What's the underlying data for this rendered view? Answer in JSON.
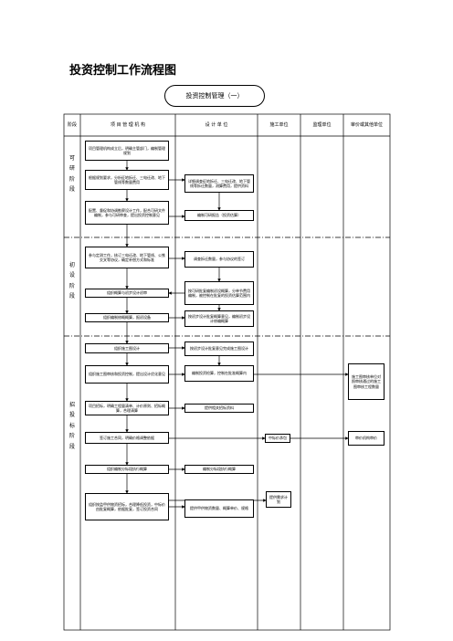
{
  "document": {
    "title": "投资控制工作流程图",
    "subtitle": "投资控制管理（一）"
  },
  "table": {
    "headers": [
      "阶段",
      "项 目 管 理 机 构",
      "设 计 单 位",
      "施工单位",
      "监理单位",
      "审价或其他单位"
    ],
    "phases": [
      "可研阶段",
      "初设阶段",
      "招投标阶段"
    ]
  },
  "flow": {
    "management": [
      "项目管理机构成立后，明确主管部门，编制管理规划",
      "根据规划要求，分析征地拆迁、三电迁改、地下管线等数量费用",
      "配置、督促和协调勘察设计工作，配合可研文件编制，参与可研审查，提出投资控制意见",
      "参与定测工作，核订三电迁改、地下管线、公铁交叉等协议，确定补偿方式和标准",
      "组织概算与初步设计初审",
      "组织编制修概概算，报初设备",
      "组织施工图设计",
      "组织施工图审核和投资控制，提出设计优化意见",
      "项目招标，明确工程量清单、计价原则、招标概算，合理清算",
      "签订施工合同，明确价格调整依据",
      "组织编制分标段执行概算",
      "组织按监甲供物资招标，合理降低投资，中标价由批复概算，依据批复，签订投资合同"
    ],
    "design": [
      "详细调查征地拆迁、三电迁改、地下管线等拆迁数量，测算费用，提供资料",
      "编制可研报告（投资估算）",
      "调查拆迁数量，参与协议的签订",
      "按可研批复编制初设概算，分单节费用编制，被控制在批复的投资估算范围内",
      "按初步设计批复概算意见，编制初步设计修编概算",
      "按初步设计批复意见完成施工图设计",
      "编制投资检算，控制在批准概算内",
      "提供相关招标资料",
      "编制分标段执行概算",
      "提供甲供物资数量、概算单价、规格"
    ],
    "construction": [
      "中标价承包",
      "提供需求计划"
    ],
    "audit": [
      "施工图审核单位对照审核通过的施工图审核工程数量",
      "审价机构审价"
    ]
  }
}
